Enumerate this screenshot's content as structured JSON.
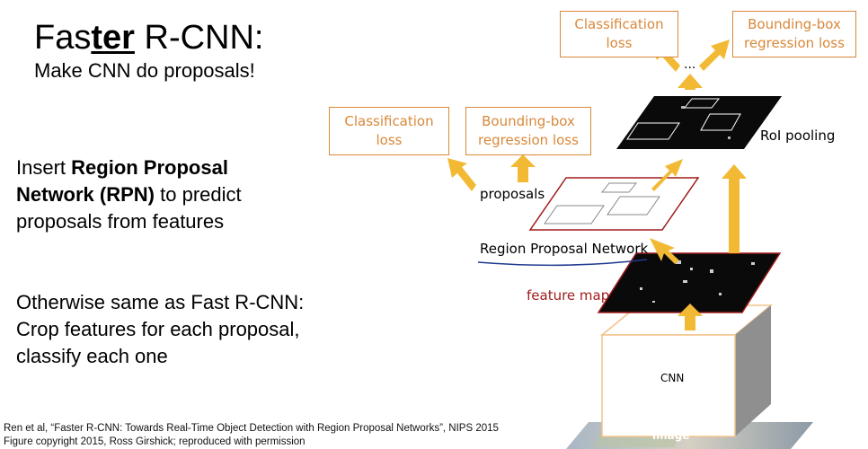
{
  "title": {
    "prefix": "Fas",
    "emphasis": "ter",
    "suffix": " R-CNN:"
  },
  "subtitle": "Make CNN do proposals!",
  "paragraph1": {
    "pre": "Insert ",
    "bold_line1": "Region Proposal",
    "bold_line2": "Network (RPN)",
    "post_line2": " to predict",
    "line3": "proposals from features"
  },
  "paragraph2": {
    "line1": "Otherwise same as Fast R-CNN:",
    "line2": "Crop features for each proposal,",
    "line3": "classify each one"
  },
  "citation": {
    "line1": "Ren et al, “Faster R-CNN: Towards Real-Time Object Detection with Region Proposal Networks”, NIPS 2015",
    "line2": "Figure copyright 2015, Ross Girshick; reproduced with permission"
  },
  "diagram": {
    "top_cls_loss": {
      "line1": "Classification",
      "line2": "loss"
    },
    "top_bbox_loss": {
      "line1": "Bounding-box",
      "line2": "regression loss"
    },
    "ellipsis": "...",
    "rpn_cls_loss": {
      "line1": "Classification",
      "line2": "loss"
    },
    "rpn_bbox_loss": {
      "line1": "Bounding-box",
      "line2": "regression loss"
    },
    "roi_pooling_label": "RoI pooling",
    "proposals_label": "proposals",
    "rpn_label": "Region Proposal Network",
    "feature_map_label": "feature map",
    "cnn_label": "CNN",
    "image_label": "image"
  },
  "colors": {
    "box_orange": "#d9883a",
    "arrow_yellow": "#f2b934",
    "feature_red": "#a01c1c",
    "rpn_underline": "#1f3b8f"
  }
}
